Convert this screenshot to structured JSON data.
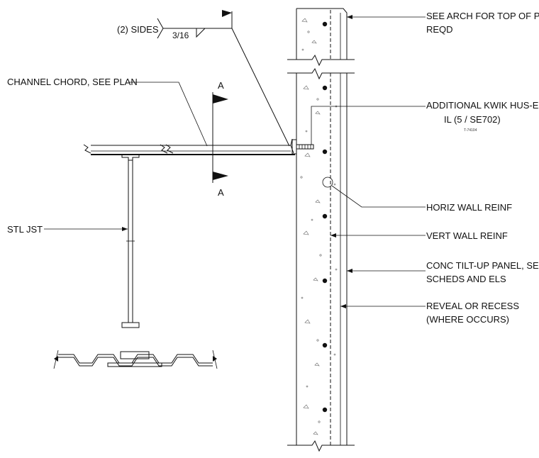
{
  "labels": {
    "sides": "(2) SIDES",
    "weld_size": "3/16",
    "channel_chord": "CHANNEL CHORD, SEE PLAN",
    "section_a_top": "A",
    "section_a_bottom": "A",
    "stl_jst": "STL JST",
    "arch_top_line1": "SEE ARCH FOR TOP OF PAN",
    "arch_top_line2": "REQD",
    "kwik_line1": "ADDITIONAL KWIK HUS-EX P",
    "kwik_line2": "IL (5 / SE702)",
    "kwik_tag": "T-74104",
    "horiz_reinf": "HORIZ WALL REINF",
    "vert_reinf": "VERT WALL REINF",
    "panel_line1": "CONC TILT-UP PANEL, SEE",
    "panel_line2": "SCHEDS AND ELS",
    "reveal_line1": "REVEAL OR RECESS",
    "reveal_line2": "(WHERE OCCURS)"
  },
  "icons": [
    "weld-symbol-icon",
    "section-cut-flag-icon",
    "break-line-icon",
    "reinforcing-bar-icon",
    "anchor-bolt-icon"
  ]
}
